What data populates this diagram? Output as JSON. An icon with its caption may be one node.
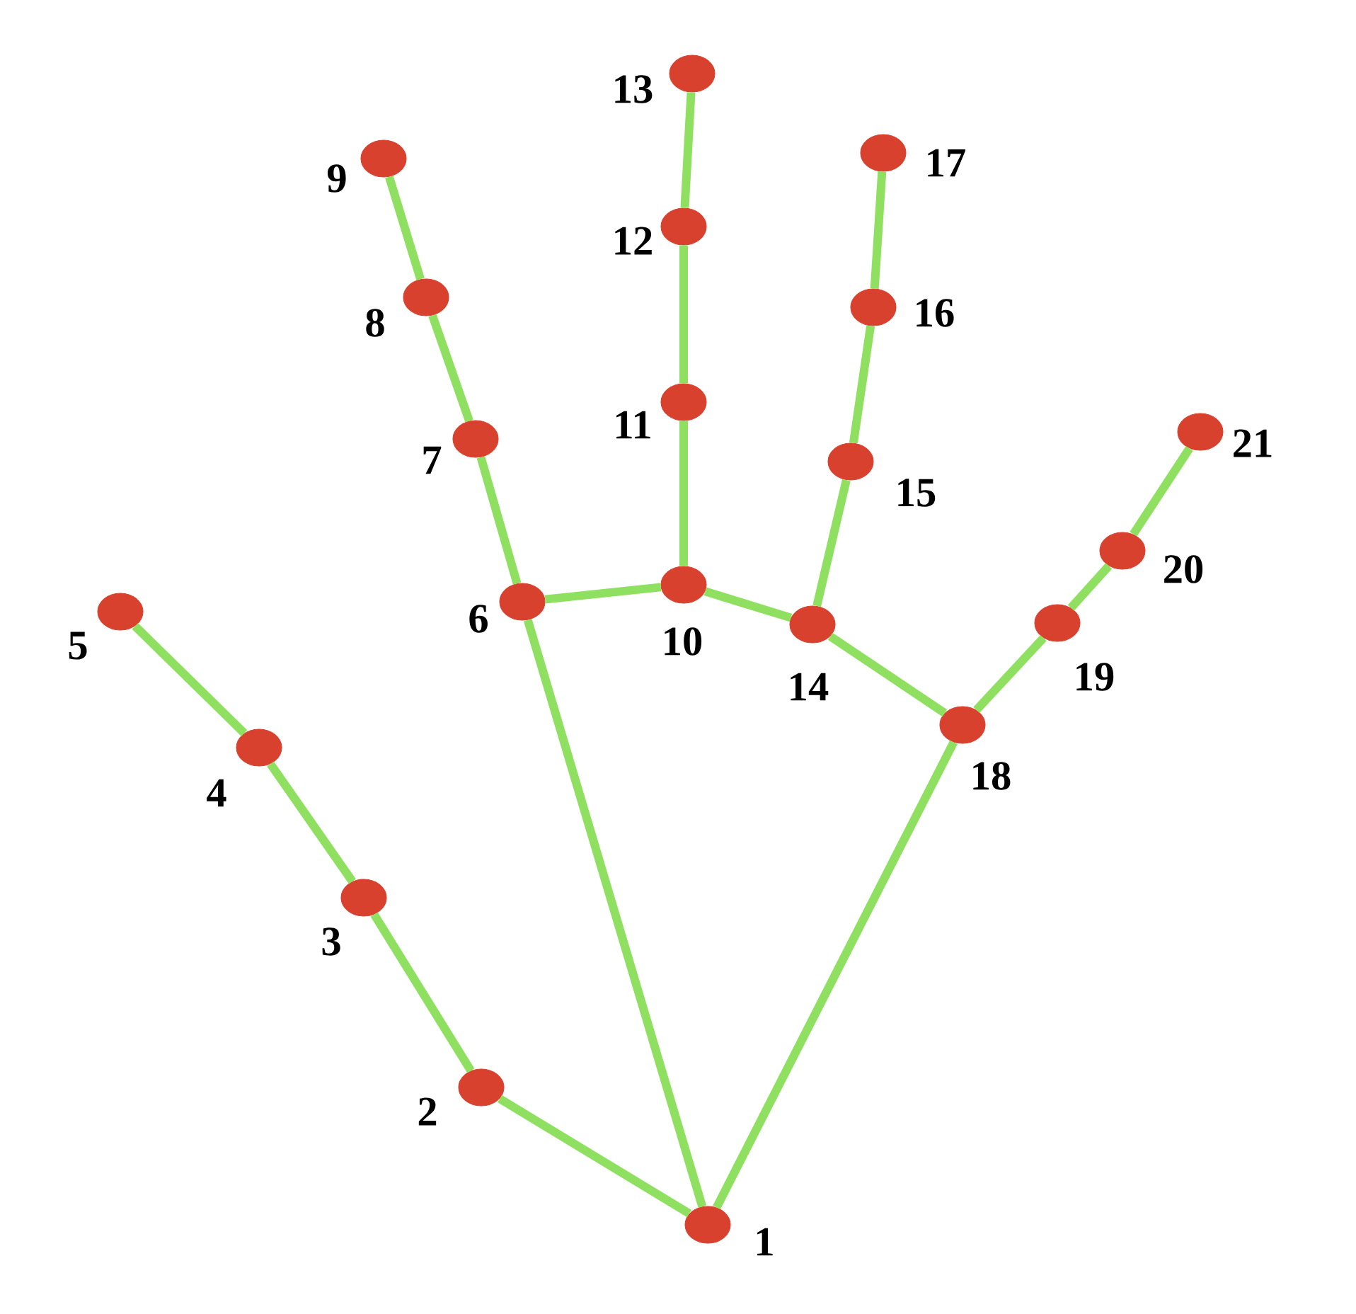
{
  "diagram": {
    "nodes": [
      {
        "text": [],
        "shape": "circle",
        "beside": [
          "1"
        ]
      },
      {
        "text": [],
        "shape": "circle",
        "beside": [
          "2"
        ]
      },
      {
        "text": [],
        "shape": "circle",
        "beside": [
          "3"
        ]
      },
      {
        "text": [],
        "shape": "circle",
        "beside": [
          "4"
        ]
      },
      {
        "text": [],
        "shape": "circle",
        "beside": [
          "5"
        ]
      },
      {
        "text": [],
        "shape": "circle",
        "beside": [
          "6"
        ]
      },
      {
        "text": [],
        "shape": "circle",
        "beside": [
          "7"
        ]
      },
      {
        "text": [],
        "shape": "circle",
        "beside": [
          "8"
        ]
      },
      {
        "text": [],
        "shape": "circle",
        "beside": [
          "9"
        ]
      },
      {
        "text": [],
        "shape": "circle",
        "beside": [
          "10"
        ]
      },
      {
        "text": [],
        "shape": "circle",
        "beside": [
          "11"
        ]
      },
      {
        "text": [],
        "shape": "circle",
        "beside": [
          "12"
        ]
      },
      {
        "text": [],
        "shape": "circle",
        "beside": [
          "13"
        ]
      },
      {
        "text": [],
        "shape": "circle",
        "beside": [
          "14"
        ]
      },
      {
        "text": [],
        "shape": "circle",
        "beside": [
          "15"
        ]
      },
      {
        "text": [],
        "shape": "circle",
        "beside": [
          "16"
        ]
      },
      {
        "text": [],
        "shape": "circle",
        "beside": [
          "17"
        ]
      },
      {
        "text": [],
        "shape": "circle",
        "beside": [
          "18"
        ]
      },
      {
        "text": [],
        "shape": "circle",
        "beside": [
          "19"
        ]
      },
      {
        "text": [],
        "shape": "circle",
        "beside": [
          "20"
        ]
      },
      {
        "text": [],
        "shape": "circle",
        "beside": [
          "21"
        ]
      }
    ],
    "edges": [
      {
        "from": 0,
        "to": 1,
        "arrow": "none"
      },
      {
        "from": 1,
        "to": 2,
        "arrow": "none"
      },
      {
        "from": 2,
        "to": 3,
        "arrow": "none"
      },
      {
        "from": 3,
        "to": 4,
        "arrow": "none"
      },
      {
        "from": 0,
        "to": 5,
        "arrow": "none"
      },
      {
        "from": 5,
        "to": 6,
        "arrow": "none"
      },
      {
        "from": 6,
        "to": 7,
        "arrow": "none"
      },
      {
        "from": 7,
        "to": 8,
        "arrow": "none"
      },
      {
        "from": 5,
        "to": 9,
        "arrow": "none"
      },
      {
        "from": 9,
        "to": 10,
        "arrow": "none"
      },
      {
        "from": 10,
        "to": 11,
        "arrow": "none"
      },
      {
        "from": 11,
        "to": 12,
        "arrow": "none"
      },
      {
        "from": 9,
        "to": 13,
        "arrow": "none"
      },
      {
        "from": 13,
        "to": 14,
        "arrow": "none"
      },
      {
        "from": 14,
        "to": 15,
        "arrow": "none"
      },
      {
        "from": 15,
        "to": 16,
        "arrow": "none"
      },
      {
        "from": 13,
        "to": 17,
        "arrow": "none"
      },
      {
        "from": 17,
        "to": 18,
        "arrow": "none"
      },
      {
        "from": 18,
        "to": 19,
        "arrow": "none"
      },
      {
        "from": 19,
        "to": 20,
        "arrow": "none"
      },
      {
        "from": 0,
        "to": 17,
        "arrow": "none"
      }
    ]
  }
}
